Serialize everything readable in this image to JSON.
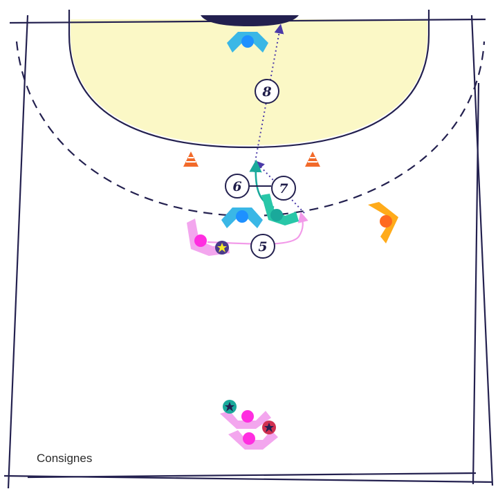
{
  "caption": "Consignes",
  "steps": {
    "s5": "5",
    "s6": "6",
    "s7": "7",
    "s8": "8"
  },
  "colors": {
    "court_line": "#23204f",
    "goal_area_fill": "#fbf8c6",
    "goalkeeper": "#1e90ff",
    "goalkeeper_chevron": "#3ab7e6",
    "defender": "#1e90ff",
    "defender_chevron": "#3ab7e6",
    "pink_player": "#ff2ee0",
    "pink_chevron": "#f3a6ee",
    "teal_player": "#1aa99b",
    "teal_chevron": "#28c7a8",
    "orange_player": "#ff6a1f",
    "orange_chevron": "#ffab1a",
    "cone": "#f26a2a",
    "pass_arrow": "#4b3aa8",
    "run_pink": "#f29ae9",
    "run_teal": "#1aa99b",
    "ball_yellow": "#f5ea2a",
    "ball_teal": "#1aa99b",
    "ball_red": "#d03050"
  },
  "icons": {
    "ball": "star-ball-icon",
    "cone": "cone-icon"
  }
}
